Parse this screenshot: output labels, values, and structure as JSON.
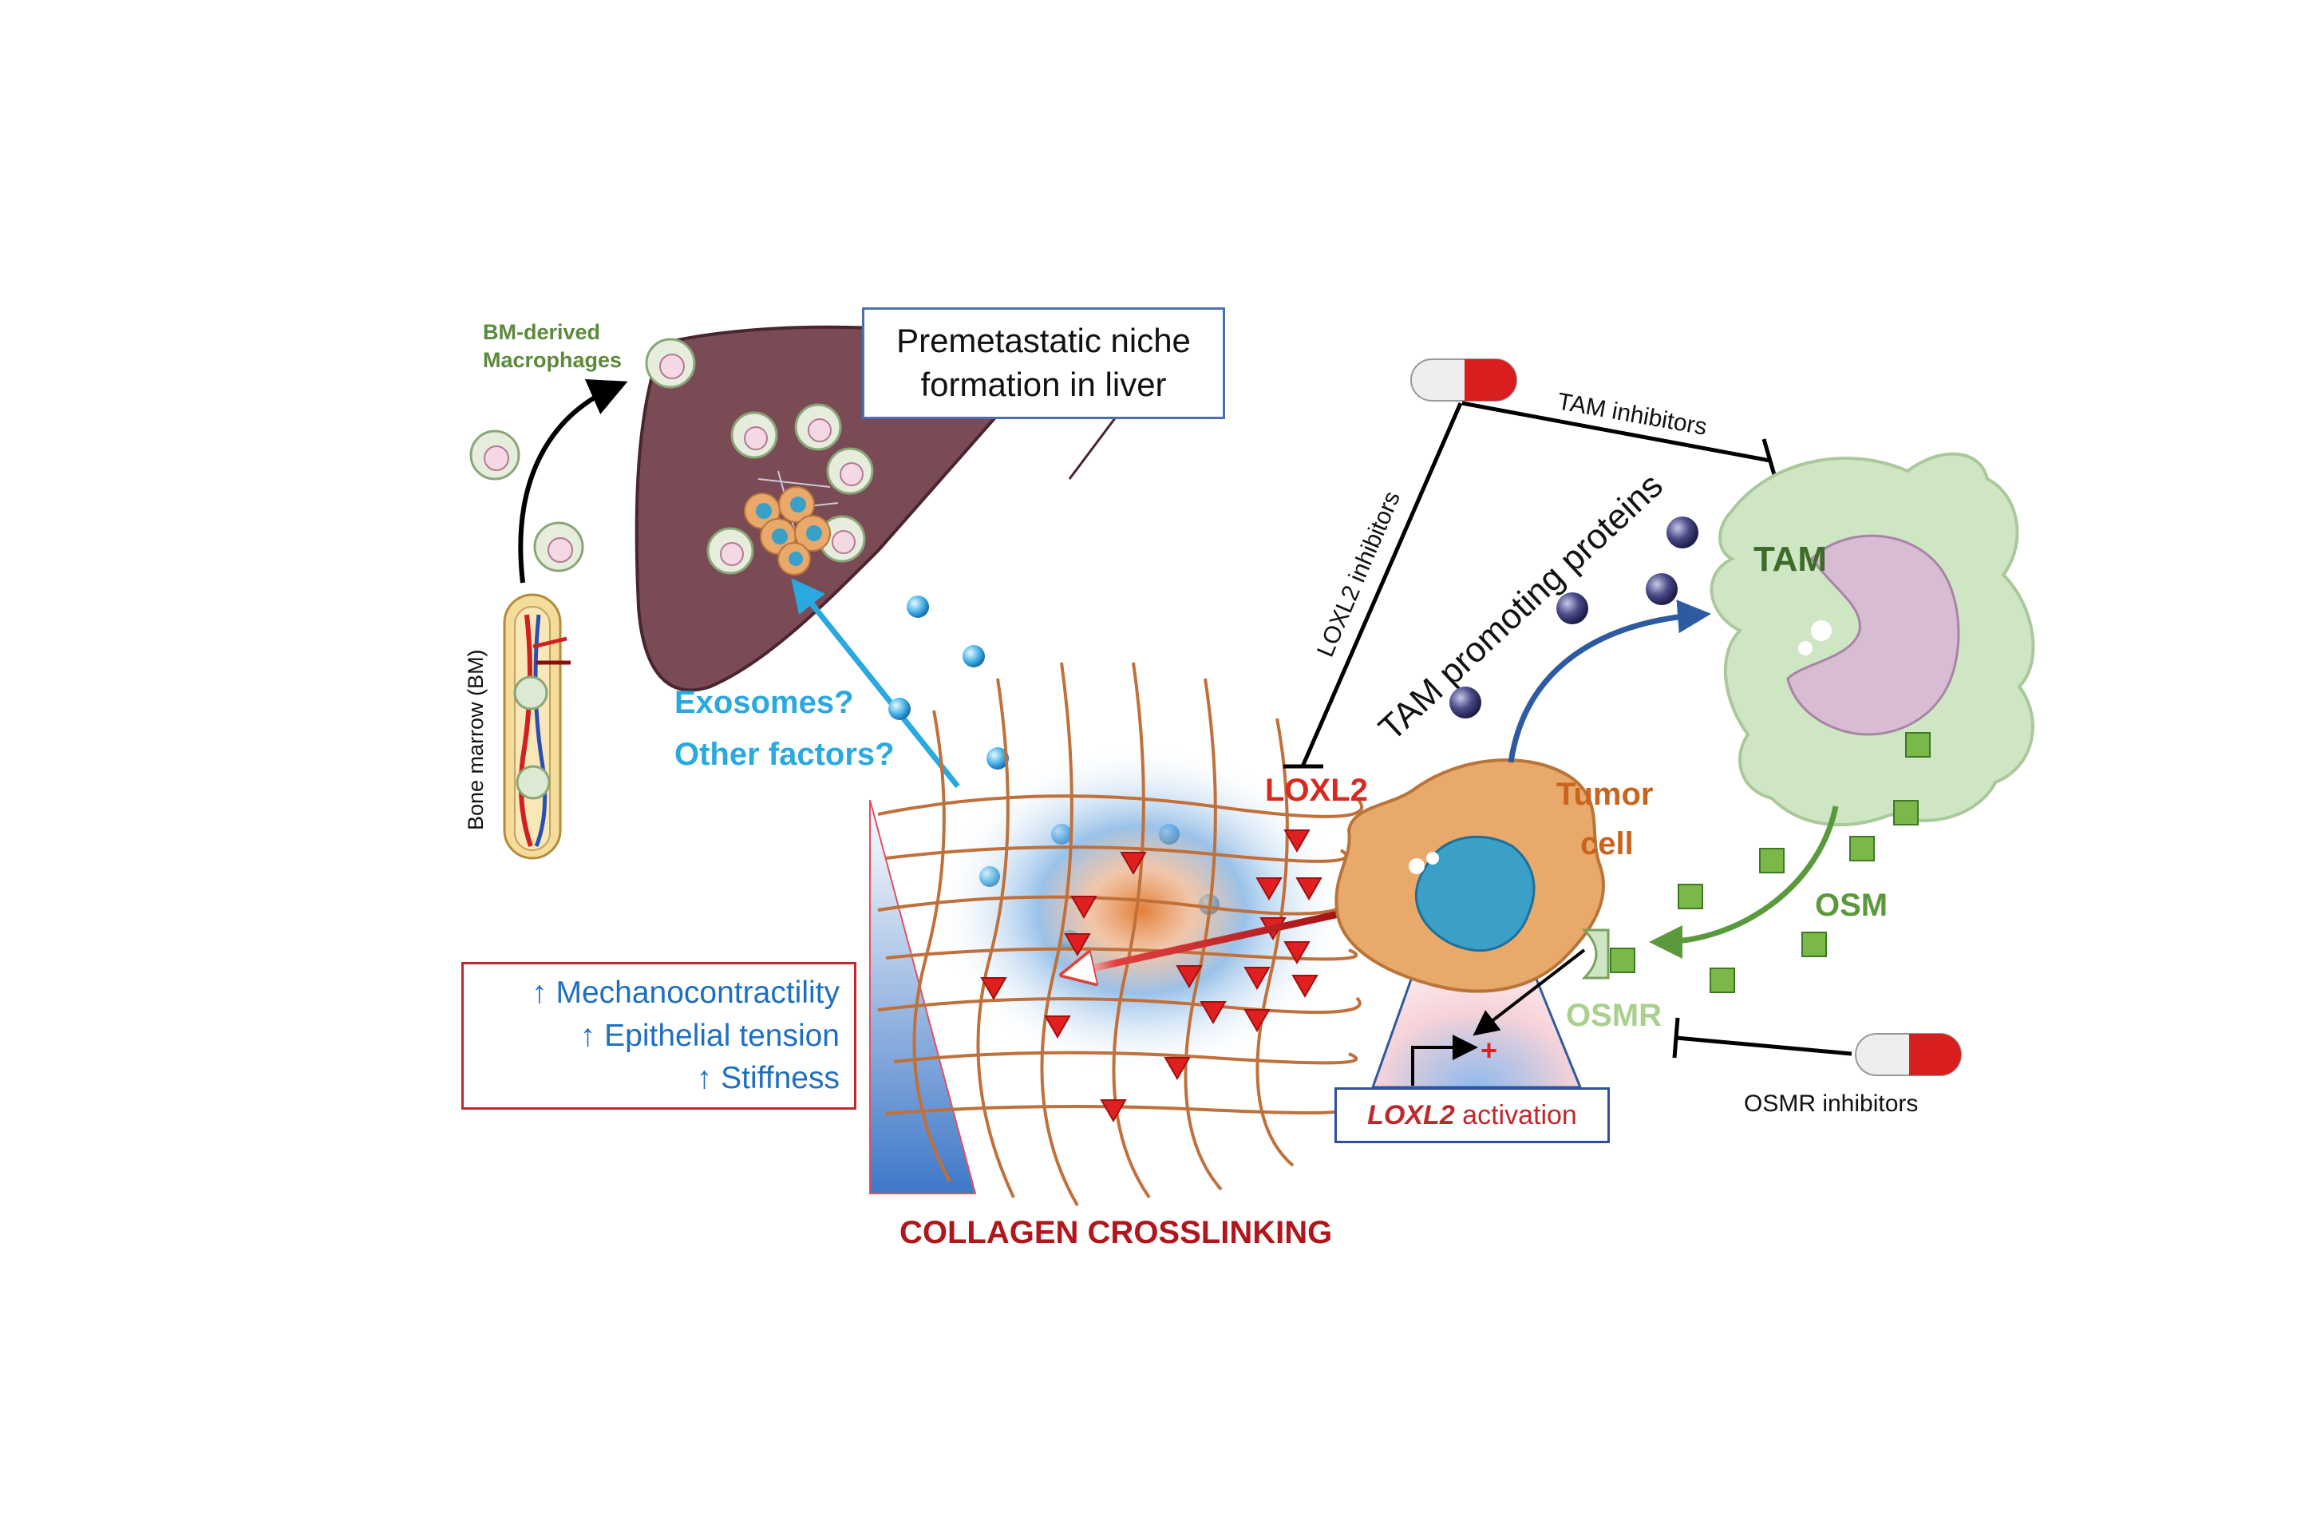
{
  "niche_box": {
    "line1": "Premetastatic niche",
    "line2": "formation in liver"
  },
  "labels": {
    "bm_macrophages_1": "BM-derived",
    "bm_macrophages_2": "Macrophages",
    "bone_marrow": "Bone marrow (BM)",
    "exosomes": "Exosomes?",
    "other_factors": "Other factors?",
    "loxl2": "LOXL2",
    "tumor": "Tumor",
    "cell": "cell",
    "tam": "TAM",
    "tam_inhibitors": "TAM inhibitors",
    "loxl2_inhibitors": "LOXL2 inhibitors",
    "tam_promoting": "TAM promoting proteins",
    "osm": "OSM",
    "osmr": "OSMR",
    "osmr_inhibitors": "OSMR inhibitors",
    "collagen": "COLLAGEN CROSSLINKING",
    "plus": "+"
  },
  "effects": [
    "↑ Mechanocontractility",
    "↑ Epithelial tension",
    "↑ Stiffness"
  ],
  "activation": {
    "gene": "LOXL2",
    "text": " activation"
  },
  "colors": {
    "liver": "#7a4a55",
    "tam_cell": "#cfe6c4",
    "tumor_cell": "#e8a96a",
    "nucleus": "#3aa0c8",
    "loxl2_red": "#d42a20",
    "exosome_blue": "#2aa8e0",
    "osm_green": "#5b9a3c",
    "osmr_green": "#a9d18e",
    "tumor_orange": "#c8641e",
    "collagen_red": "#b0161c",
    "text_blue": "#1f6fc0"
  }
}
